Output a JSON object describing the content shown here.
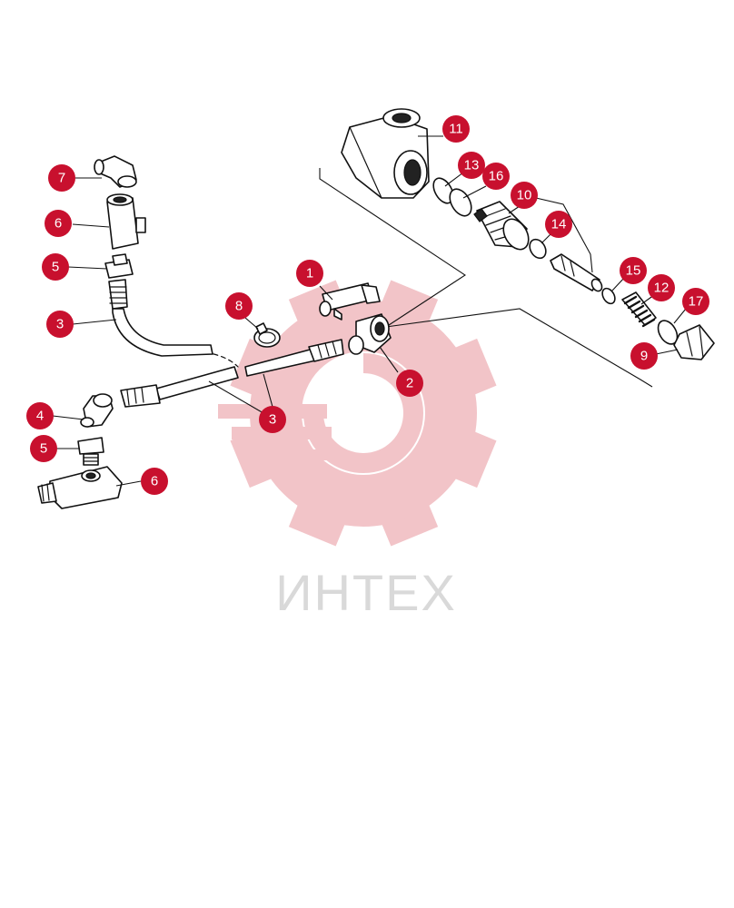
{
  "watermark": {
    "brand_text": "ИНТЕХ",
    "gear_color": "#f2c4c8",
    "text_color": "#d9d9d9"
  },
  "callout_color": "#c8102e",
  "callouts": [
    {
      "id": "c11",
      "label": "11"
    },
    {
      "id": "c13",
      "label": "13"
    },
    {
      "id": "c16",
      "label": "16"
    },
    {
      "id": "c10",
      "label": "10"
    },
    {
      "id": "c14",
      "label": "14"
    },
    {
      "id": "c15",
      "label": "15"
    },
    {
      "id": "c12",
      "label": "12"
    },
    {
      "id": "c17",
      "label": "17"
    },
    {
      "id": "c9",
      "label": "9"
    },
    {
      "id": "c7",
      "label": "7"
    },
    {
      "id": "c6a",
      "label": "6"
    },
    {
      "id": "c5a",
      "label": "5"
    },
    {
      "id": "c3a",
      "label": "3"
    },
    {
      "id": "c8",
      "label": "8"
    },
    {
      "id": "c1",
      "label": "1"
    },
    {
      "id": "c2",
      "label": "2"
    },
    {
      "id": "c3b",
      "label": "3"
    },
    {
      "id": "c4",
      "label": "4"
    },
    {
      "id": "c5b",
      "label": "5"
    },
    {
      "id": "c6b",
      "label": "6"
    }
  ]
}
